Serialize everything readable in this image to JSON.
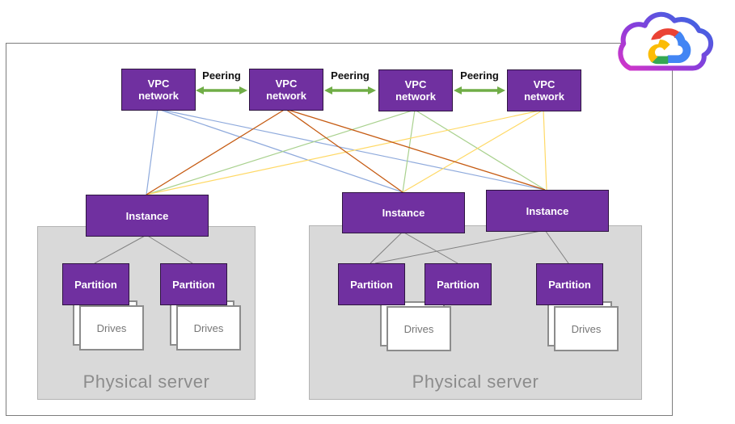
{
  "title_context": "VPC networks peered to bare-metal instances on physical servers",
  "labels": {
    "vpc_line1": "VPC",
    "vpc_line2": "network",
    "peering": "Peering",
    "instance": "Instance",
    "partition": "Partition",
    "drives": "Drives",
    "physical_server": "Physical server"
  },
  "logo": {
    "name": "google-cloud-logo",
    "cloud_outline_gradient": [
      "#D335C8",
      "#8A3DDB",
      "#2A6FE4"
    ],
    "inner_colors": {
      "red": "#EA4335",
      "blue": "#4285F4",
      "green": "#34A853",
      "yellow": "#FBBC05"
    }
  },
  "colors": {
    "node_purple": "#7030A0",
    "peering_arrow_green": "#70AD47",
    "line_blue": "#8FAADC",
    "line_orange": "#C55A11",
    "line_green": "#A9D18E",
    "line_yellow": "#FFD966",
    "connector_gray": "#808080",
    "server_fill": "#D9D9D9"
  },
  "structure": {
    "vpc_networks": [
      "vpc-1",
      "vpc-2",
      "vpc-3",
      "vpc-4"
    ],
    "peering_links": [
      [
        "vpc-1",
        "vpc-2"
      ],
      [
        "vpc-2",
        "vpc-3"
      ],
      [
        "vpc-3",
        "vpc-4"
      ]
    ],
    "instances": [
      "instance-1",
      "instance-2",
      "instance-3"
    ],
    "vpc_to_instance_links": [
      [
        "vpc-1",
        "instance-1"
      ],
      [
        "vpc-1",
        "instance-2"
      ],
      [
        "vpc-1",
        "instance-3"
      ],
      [
        "vpc-2",
        "instance-1"
      ],
      [
        "vpc-2",
        "instance-2"
      ],
      [
        "vpc-2",
        "instance-3"
      ],
      [
        "vpc-3",
        "instance-1"
      ],
      [
        "vpc-3",
        "instance-2"
      ],
      [
        "vpc-3",
        "instance-3"
      ],
      [
        "vpc-4",
        "instance-1"
      ],
      [
        "vpc-4",
        "instance-2"
      ],
      [
        "vpc-4",
        "instance-3"
      ]
    ],
    "physical_servers": [
      {
        "name": "physical-server-1",
        "instances": [
          "instance-1"
        ],
        "partitions": [
          "partition-1",
          "partition-2"
        ],
        "drive_stacks": 2
      },
      {
        "name": "physical-server-2",
        "instances": [
          "instance-2",
          "instance-3"
        ],
        "partitions": [
          "partition-3",
          "partition-4",
          "partition-5"
        ],
        "drive_stacks": 2
      }
    ],
    "instance_to_partition_links": [
      [
        "instance-1",
        "partition-1"
      ],
      [
        "instance-1",
        "partition-2"
      ],
      [
        "instance-2",
        "partition-3"
      ],
      [
        "instance-2",
        "partition-4"
      ],
      [
        "instance-3",
        "partition-3"
      ],
      [
        "instance-3",
        "partition-5"
      ]
    ]
  }
}
